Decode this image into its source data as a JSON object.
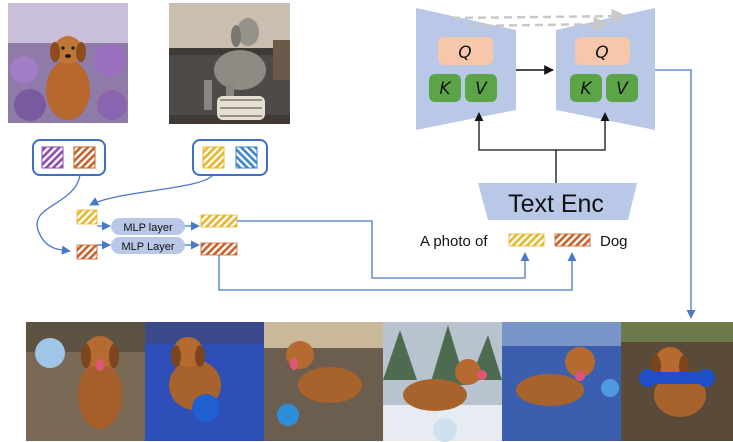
{
  "colors": {
    "unet_fill": "#b9c8e6",
    "q_fill": "#f6c7aa",
    "kv_fill": "#5ba448",
    "arrow_blue": "#4a78c8",
    "dashed_arrow": "#c8c8c8",
    "stripe_purple": "#8d4bb3",
    "stripe_orange": "#c8622a",
    "stripe_yellow": "#e8b62a",
    "stripe_blue": "#3d86c9",
    "mlp_fill": "#b9c8e6"
  },
  "unet_left": {
    "q": "Q",
    "k": "K",
    "v": "V"
  },
  "unet_right": {
    "q": "Q",
    "k": "K",
    "v": "V"
  },
  "text_encoder": {
    "label": "Text Enc"
  },
  "prompt": {
    "prefix": "A photo of",
    "suffix": "Dog"
  },
  "mlp": {
    "top_label": "MLP layer",
    "bottom_label": "MLP Layer"
  },
  "input_photos": [
    {
      "subject": "golden-brown dog in purple flowers"
    },
    {
      "subject": "grey weimaraner on sofa"
    }
  ],
  "output_photos": [
    {
      "subject": "dog sitting with light-blue ball"
    },
    {
      "subject": "dog standing on blue mat with blue ball"
    },
    {
      "subject": "dog running with blue ball"
    },
    {
      "subject": "dog in snowy forest with pink ball"
    },
    {
      "subject": "dog lying on blue mat with toys"
    },
    {
      "subject": "dog with blue bone toy in mouth"
    }
  ]
}
